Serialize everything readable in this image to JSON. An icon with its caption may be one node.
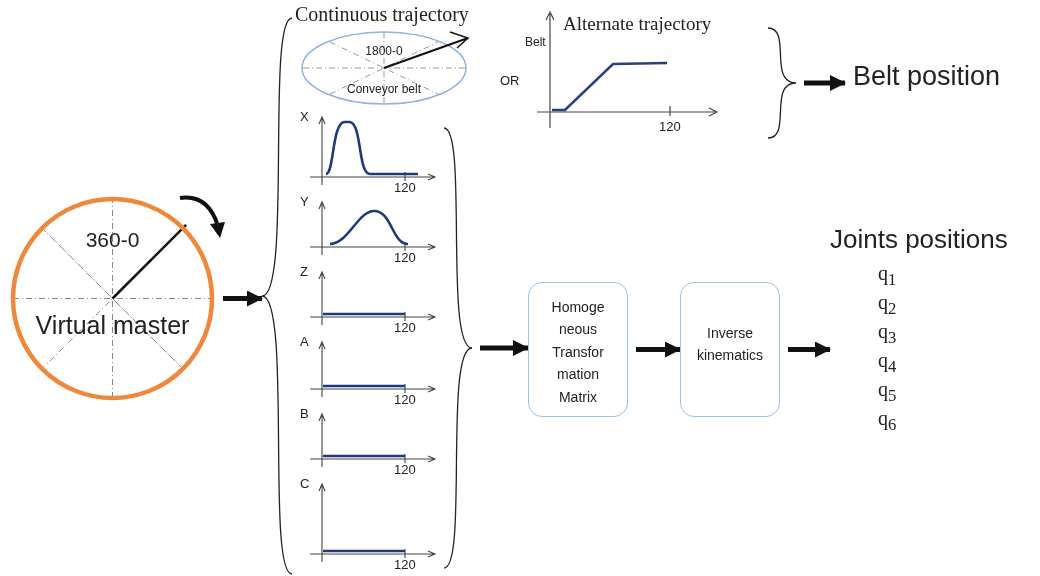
{
  "diagram": {
    "nodes": [
      {
        "text": [
          "360-0",
          "Virtual master"
        ]
      },
      {
        "text": [],
        "shape": "brace"
      },
      {
        "text": [
          "Continuous trajectory",
          "1800-0",
          "Conveyor belt"
        ]
      },
      {
        "text": [
          "Alternate trajectory",
          "Belt",
          "120"
        ]
      },
      {
        "text": [],
        "shape": "brace"
      },
      {
        "text": [
          "Belt position"
        ]
      },
      {
        "text": [
          "X",
          "120"
        ]
      },
      {
        "text": [
          "Y",
          "120"
        ]
      },
      {
        "text": [
          "Z",
          "120"
        ]
      },
      {
        "text": [
          "A",
          "120"
        ]
      },
      {
        "text": [
          "B",
          "120"
        ]
      },
      {
        "text": [
          "C",
          "120"
        ]
      },
      {
        "text": [],
        "shape": "brace"
      },
      {
        "text": [
          "Homoge neous Transfor mation Matrix"
        ]
      },
      {
        "text": [
          "Inverse kinematics"
        ]
      },
      {
        "text": [
          "Joints positions",
          "q$_{1}$",
          "q$_{2}$",
          "q$_{3}$",
          "q$_{4}$",
          "q$_{5}$",
          "q$_{6}$"
        ]
      }
    ],
    "edges": [
      {
        "from": 0,
        "to": 1,
        "arrow": "to"
      },
      {
        "from": 4,
        "to": 5,
        "arrow": "to"
      },
      {
        "from": 12,
        "to": 13,
        "arrow": "to"
      },
      {
        "from": 13,
        "to": 14,
        "arrow": "to"
      },
      {
        "from": 14,
        "to": 15,
        "arrow": "to"
      }
    ],
    "labels": [
      "OR"
    ]
  }
}
